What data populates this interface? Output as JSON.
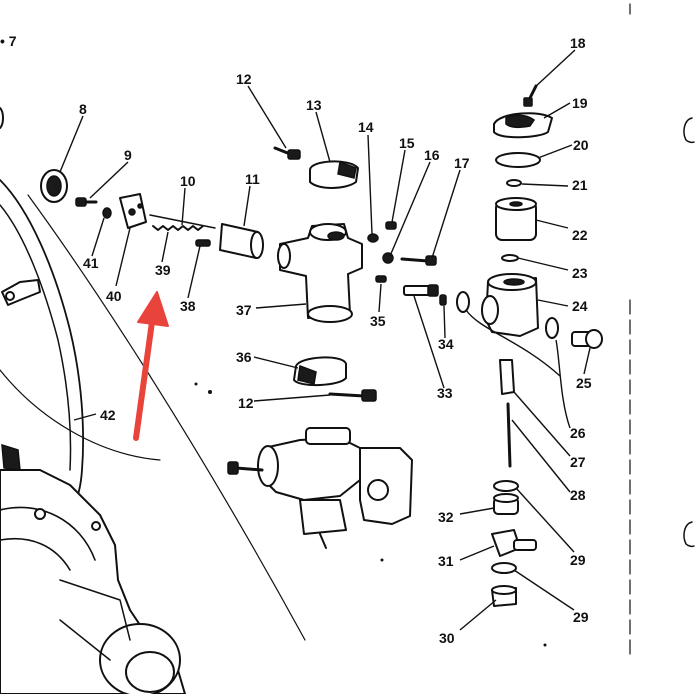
{
  "diagram": {
    "top_left_ref": "• 7",
    "labels": [
      {
        "id": "p8",
        "text": "8"
      },
      {
        "id": "p9",
        "text": "9"
      },
      {
        "id": "p10",
        "text": "10"
      },
      {
        "id": "p11",
        "text": "11"
      },
      {
        "id": "p12a",
        "text": "12"
      },
      {
        "id": "p13",
        "text": "13"
      },
      {
        "id": "p14",
        "text": "14"
      },
      {
        "id": "p15",
        "text": "15"
      },
      {
        "id": "p16",
        "text": "16"
      },
      {
        "id": "p17",
        "text": "17"
      },
      {
        "id": "p18",
        "text": "18"
      },
      {
        "id": "p19",
        "text": "19"
      },
      {
        "id": "p20",
        "text": "20"
      },
      {
        "id": "p21",
        "text": "21"
      },
      {
        "id": "p22",
        "text": "22"
      },
      {
        "id": "p23",
        "text": "23"
      },
      {
        "id": "p24",
        "text": "24"
      },
      {
        "id": "p25",
        "text": "25"
      },
      {
        "id": "p26",
        "text": "26"
      },
      {
        "id": "p27",
        "text": "27"
      },
      {
        "id": "p28",
        "text": "28"
      },
      {
        "id": "p29a",
        "text": "29"
      },
      {
        "id": "p29b",
        "text": "29"
      },
      {
        "id": "p30",
        "text": "30"
      },
      {
        "id": "p31",
        "text": "31"
      },
      {
        "id": "p32",
        "text": "32"
      },
      {
        "id": "p33",
        "text": "33"
      },
      {
        "id": "p34",
        "text": "34"
      },
      {
        "id": "p35",
        "text": "35"
      },
      {
        "id": "p36",
        "text": "36"
      },
      {
        "id": "p37",
        "text": "37"
      },
      {
        "id": "p38",
        "text": "38"
      },
      {
        "id": "p39",
        "text": "39"
      },
      {
        "id": "p40",
        "text": "40"
      },
      {
        "id": "p41",
        "text": "41"
      },
      {
        "id": "p42",
        "text": "42"
      },
      {
        "id": "p12b",
        "text": "12"
      }
    ]
  },
  "colors": {
    "ink": "#111111",
    "arrow": "#e8443c",
    "paper": "#ffffff"
  }
}
